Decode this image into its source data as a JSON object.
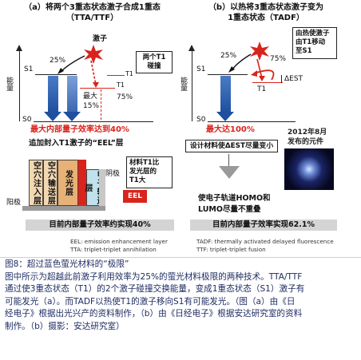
{
  "panel_a": {
    "title": "（a）将两个3重态状态激子合成1重态",
    "subtitle": "（TTA/TTF）",
    "exciton_label": "激子",
    "energy_axis": "能量",
    "s1_label": "S1",
    "s0_label": "S0",
    "pct_25": "25%",
    "pct_75": "75%",
    "pct_max15": "最大",
    "pct_max15b": "15%",
    "collision_label_1": "两个T1",
    "collision_label_2": "碰撞",
    "t1_label": "T1",
    "t1_label_2": "T1",
    "max_eff": "最大内部量子效率达到40%",
    "additional": "追加封入T1激子的“EEL”层",
    "layer_labels": [
      "空穴注入层",
      "空穴输送层",
      "发光层",
      "电子输送层"
    ],
    "anode": "阳极",
    "cathode": "阴极",
    "eel": "EEL",
    "material_note_1": "材料T1比",
    "material_note_2": "发光层的",
    "material_note_3": "T1大",
    "banner": "目前内部量子效率约实现40%",
    "foot_1": "EEL: emission enhancement layer",
    "foot_2": "TTA: triplet-triplet annihilation"
  },
  "panel_b": {
    "title": "（b）以热将3重态状态激子变为",
    "subtitle": "1重态状态（TADF）",
    "energy_axis": "能量",
    "s1_label": "S1",
    "s0_label": "S0",
    "t1_label": "T1",
    "pct_25": "25%",
    "pct_75": "75%",
    "delta_est": "ΔEST",
    "thermal_note_1": "由热使激子",
    "thermal_note_2": "由T1移动",
    "thermal_note_3": "至S1",
    "max_eff": "最大达100%",
    "design_note": "设计材料使ΔEST尽量变小",
    "year_note_1": "2012年8月",
    "year_note_2": "发布的元件",
    "orbital_note_1": "使电子轨道HOMO和",
    "orbital_note_2": "LUMO尽量不重叠",
    "banner": "目前内部量子效率实现62.1%",
    "foot_1": "TADF: thermally activated delayed fluorescence",
    "foot_2": "TTF: triplet-triplet fusion"
  },
  "caption": {
    "lines": [
      "图8：超过蓝色萤光材料的“极限”",
      "图中所示为超越此前激子利用效率为25%的萤光材料极限的两种技术。TTA/TTF",
      "通过使3重态状态（T1）的2个激子碰撞交换能量，变成1重态状态（S1）激子有",
      "可能发光（a）。而TADF以热使T1的激子移向S1有可能发光。（图（a）由《日",
      "经电子》根据出光兴产的资料制作，（b）由《日经电子》根据安达研究室的资料",
      "制作。（b）摄影：安达研究室）"
    ]
  },
  "colors": {
    "red": "#d8241c",
    "blue": "#1f4f9e",
    "hole_layer": "#f2d7b0",
    "emit_layer": "#e7b177",
    "electron_layer": "#bfe2ec",
    "banner_gray": "#d4d4d4",
    "caption_navy": "#1f2d63"
  }
}
